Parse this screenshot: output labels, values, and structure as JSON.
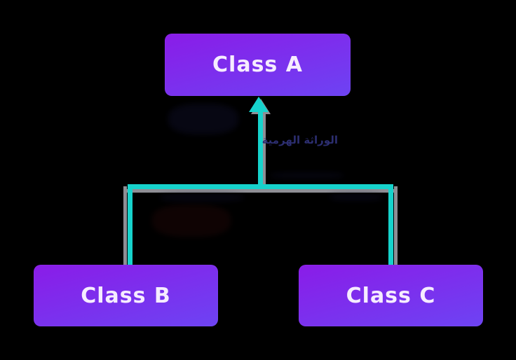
{
  "diagram": {
    "type": "class-inheritance-hierarchy",
    "boxes": [
      {
        "id": "class-a",
        "label": "Class A",
        "role": "parent"
      },
      {
        "id": "class-b",
        "label": "Class B",
        "role": "child"
      },
      {
        "id": "class-c",
        "label": "Class C",
        "role": "child"
      }
    ],
    "arrow_label": "الوراثة الهرمية",
    "connector": {
      "direction": "children-to-parent",
      "arrowhead": "up"
    },
    "colors": {
      "background": "#000000",
      "box_gradient_start": "#8a1ce8",
      "box_gradient_end": "#6d43f3",
      "box_text": "#f6ecff",
      "connector": "#16d3cc",
      "connector_shadow": "#8e8e95",
      "label_color": "#2c2e70"
    }
  }
}
